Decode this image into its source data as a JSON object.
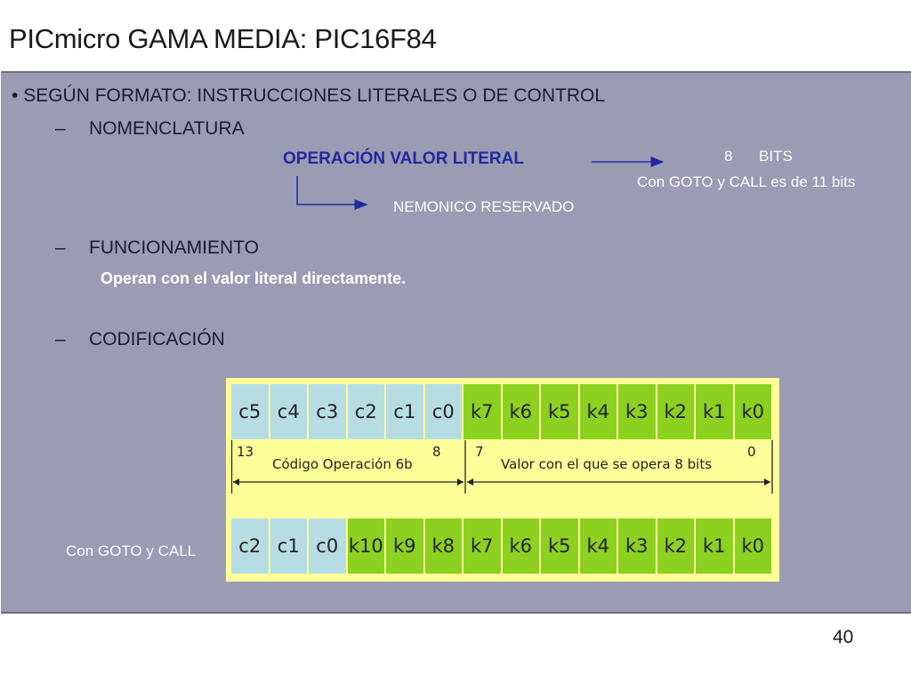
{
  "slide": {
    "title": "PICmicro GAMA MEDIA: PIC16F84",
    "page_number": "40"
  },
  "content": {
    "bullet": "SEGÚN FORMATO: INSTRUCCIONES LITERALES O DE CONTROL",
    "nomenclatura": "NOMENCLATURA",
    "operacion": "OPERACIÓN  VALOR LITERAL",
    "bits_8": "8",
    "bits_label": "BITS",
    "goto_note": "Con GOTO y CALL es de 11 bits",
    "nemonico": "NEMONICO RESERVADO",
    "funcionamiento": "FUNCIONAMIENTO",
    "operan": "Operan con el valor literal directamente.",
    "codificacion": "CODIFICACIÓN",
    "goto_call_label": "Con GOTO y CALL"
  },
  "format_diagram": {
    "row1": [
      "c5",
      "c4",
      "c3",
      "c2",
      "c1",
      "c0",
      "k7",
      "k6",
      "k5",
      "k4",
      "k3",
      "k2",
      "k1",
      "k0"
    ],
    "row1_kinds": [
      "c",
      "c",
      "c",
      "c",
      "c",
      "c",
      "k",
      "k",
      "k",
      "k",
      "k",
      "k",
      "k",
      "k"
    ],
    "row2": [
      "c2",
      "c1",
      "c0",
      "k10",
      "k9",
      "k8",
      "k7",
      "k6",
      "k5",
      "k4",
      "k3",
      "k2",
      "k1",
      "k0"
    ],
    "row2_kinds": [
      "c",
      "c",
      "c",
      "k",
      "k",
      "k",
      "k",
      "k",
      "k",
      "k",
      "k",
      "k",
      "k",
      "k"
    ],
    "bit_13": "13",
    "bit_8": "8",
    "bit_7": "7",
    "bit_0": "0",
    "opcode_label": "Código Operación 6b",
    "value_label": "Valor con el que se opera 8 bits",
    "colors": {
      "c": "#b6dde3",
      "k": "#8cd020",
      "background": "#ffff99",
      "panel": "#9b9bb4"
    }
  }
}
